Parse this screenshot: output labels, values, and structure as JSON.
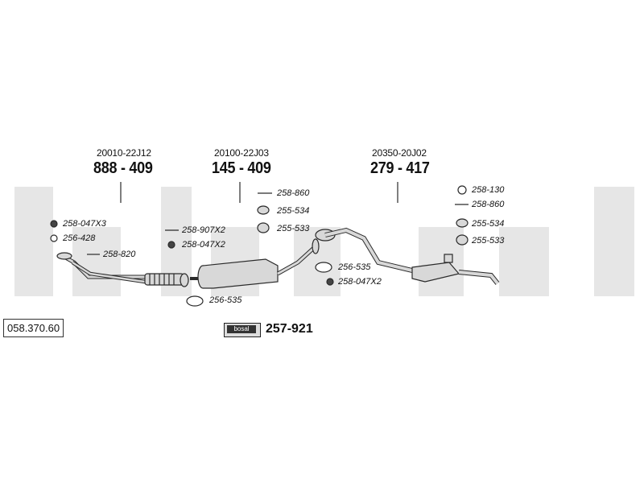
{
  "reference": "058.370.60",
  "watermark": "bosal",
  "assemblies": [
    {
      "oem": "20010-22J12",
      "part": "888 - 409"
    },
    {
      "oem": "20100-22J03",
      "part": "145 - 409"
    },
    {
      "oem": "20350-20J02",
      "part": "279 - 417"
    }
  ],
  "kit": {
    "brand": "bosal",
    "part": "257-921"
  },
  "fittings": {
    "f1": "258-047X3",
    "f2": "256-428",
    "f3": "258-820",
    "f4": "258-907X2",
    "f5": "258-047X2",
    "f6": "256-535",
    "f7": "258-860",
    "f8": "255-534",
    "f9": "255-533",
    "f10": "256-535",
    "f11": "258-047X2",
    "f12": "258-130",
    "f13": "258-860",
    "f14": "255-534",
    "f15": "255-533"
  },
  "colors": {
    "watermark": "#e6e6e6",
    "line": "#2a2a2a",
    "fill": "#d8d8d8"
  }
}
